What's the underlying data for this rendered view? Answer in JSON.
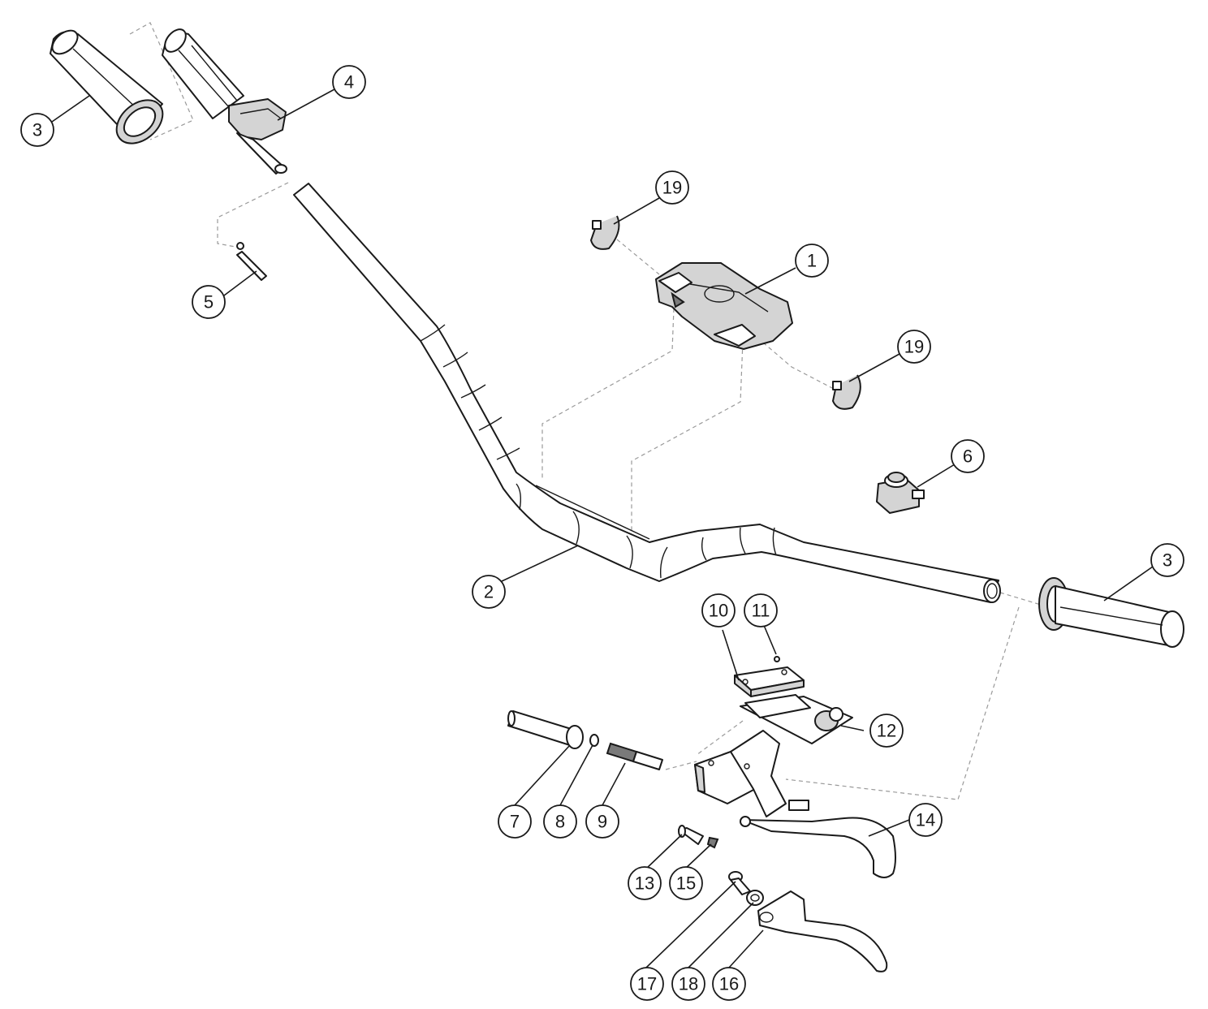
{
  "colors": {
    "line": "#1a1a1a",
    "shade": "#d4d4d4",
    "dark_shade": "#7a7a7a",
    "guide": "#9a9a9a",
    "background": "#ffffff"
  },
  "callouts": [
    {
      "key": "c3a",
      "label": "3"
    },
    {
      "key": "c4",
      "label": "4"
    },
    {
      "key": "c5",
      "label": "5"
    },
    {
      "key": "c19a",
      "label": "19"
    },
    {
      "key": "c1",
      "label": "1"
    },
    {
      "key": "c19b",
      "label": "19"
    },
    {
      "key": "c6",
      "label": "6"
    },
    {
      "key": "c3b",
      "label": "3"
    },
    {
      "key": "c2",
      "label": "2"
    },
    {
      "key": "c10",
      "label": "10"
    },
    {
      "key": "c11",
      "label": "11"
    },
    {
      "key": "c12",
      "label": "12"
    },
    {
      "key": "c7",
      "label": "7"
    },
    {
      "key": "c8",
      "label": "8"
    },
    {
      "key": "c9",
      "label": "9"
    },
    {
      "key": "c14",
      "label": "14"
    },
    {
      "key": "c13",
      "label": "13"
    },
    {
      "key": "c15",
      "label": "15"
    },
    {
      "key": "c17",
      "label": "17"
    },
    {
      "key": "c18",
      "label": "18"
    },
    {
      "key": "c16",
      "label": "16"
    }
  ]
}
